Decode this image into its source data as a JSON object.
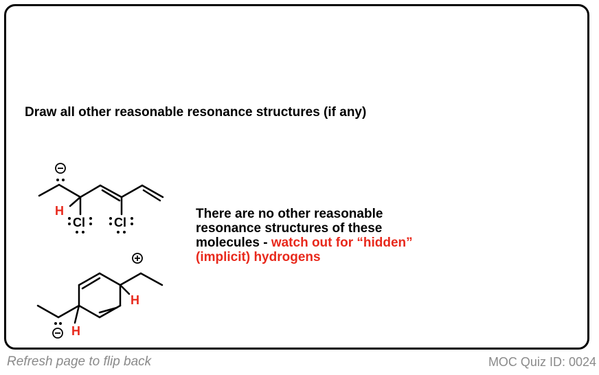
{
  "question": "Draw all other reasonable resonance structures (if any)",
  "answer": {
    "line1": "There are no other reasonable",
    "line2": "resonance structures of these",
    "line3_plain": "molecules - ",
    "line3_highlight": "watch out for “hidden”",
    "line4_highlight": "(implicit) hydrogens",
    "highlight_color": "#e8291c"
  },
  "molecule1": {
    "atoms": {
      "h": "H",
      "cl1": "Cl",
      "cl2": "Cl"
    }
  },
  "molecule2": {
    "atoms": {
      "h_right": "H",
      "h_left": "H"
    }
  },
  "footer": {
    "left": "Refresh page to flip back",
    "right": "MOC Quiz ID: 0024"
  }
}
